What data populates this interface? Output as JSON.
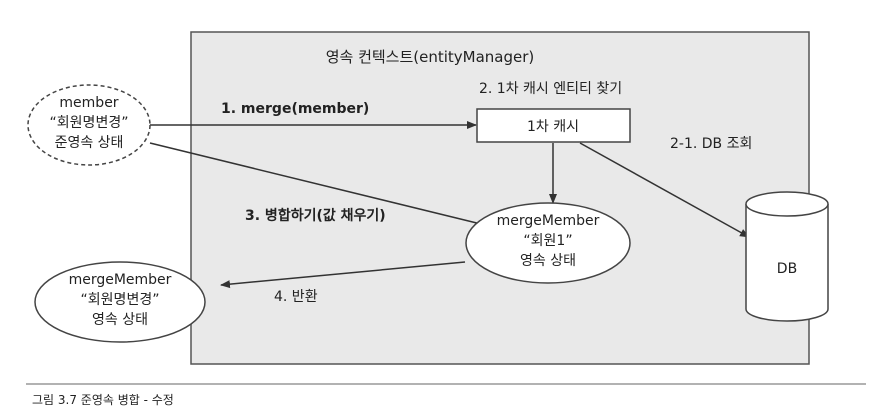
{
  "context": {
    "title": "영속 컨텍스트(entityManager)"
  },
  "nodes": {
    "member": {
      "lines": [
        "member",
        "“회원명변경”",
        "준영속 상태"
      ]
    },
    "cache": {
      "label": "1차 캐시"
    },
    "merge_member": {
      "lines": [
        "mergeMember",
        "“회원1”",
        "영속 상태"
      ]
    },
    "result_member": {
      "lines": [
        "mergeMember",
        "“회원명변경”",
        "영속 상태"
      ]
    },
    "db": {
      "label": "DB"
    }
  },
  "edges": {
    "merge": "1. merge(member)",
    "cache_lookup": "2. 1차 캐시 엔티티 찾기",
    "db_lookup": "2-1. DB 조회",
    "fill": "3. 병합하기(값 채우기)",
    "return": "4. 반환"
  },
  "caption": "그림 3.7 준영속 병합 - 수정"
}
